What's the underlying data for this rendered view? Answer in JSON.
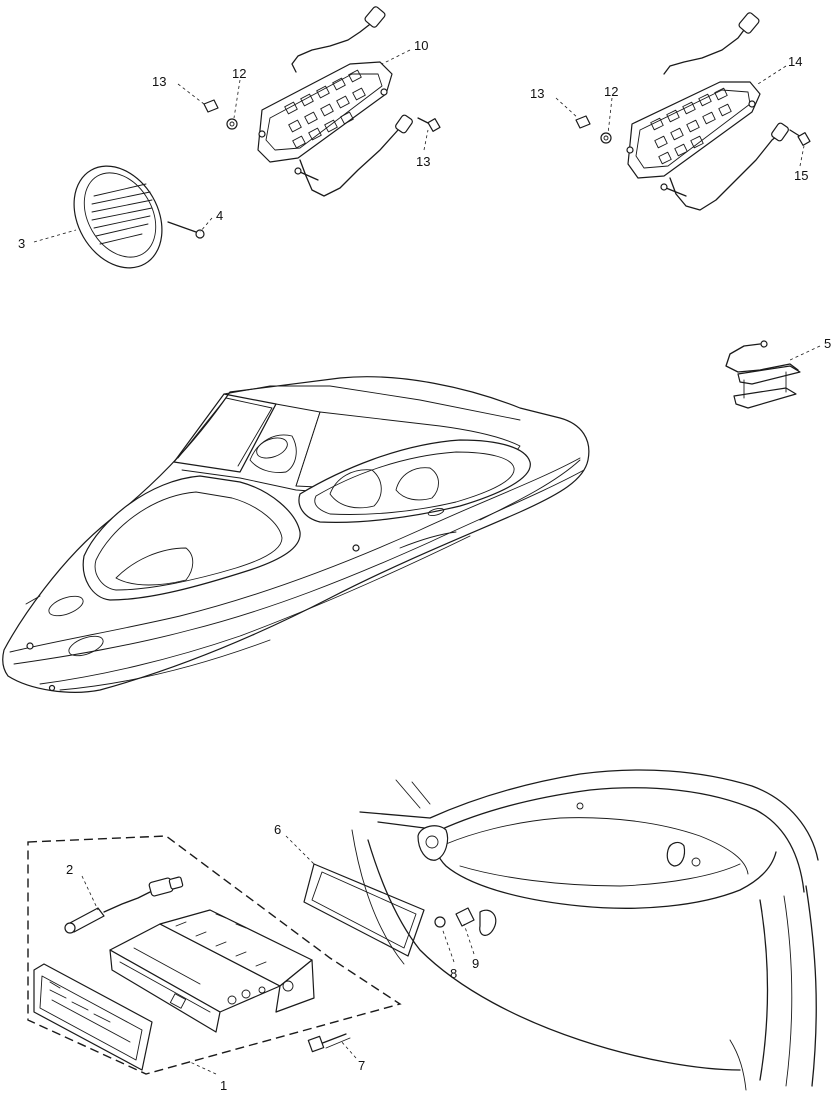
{
  "callouts": {
    "c1": "1",
    "c2": "2",
    "c3": "3",
    "c4": "4",
    "c5": "5",
    "c6": "6",
    "c7": "7",
    "c8": "8",
    "c9": "9",
    "c10": "10",
    "c12a": "12",
    "c13a": "13",
    "c13b": "13",
    "c13c": "13",
    "c12b": "12",
    "c14": "14",
    "c15": "15"
  },
  "icons": {
    "speaker": "speaker-grille-icon",
    "switch_panel": "switch-panel-icon",
    "stereo": "stereo-receiver-icon",
    "boat": "boat-hull-icon"
  }
}
